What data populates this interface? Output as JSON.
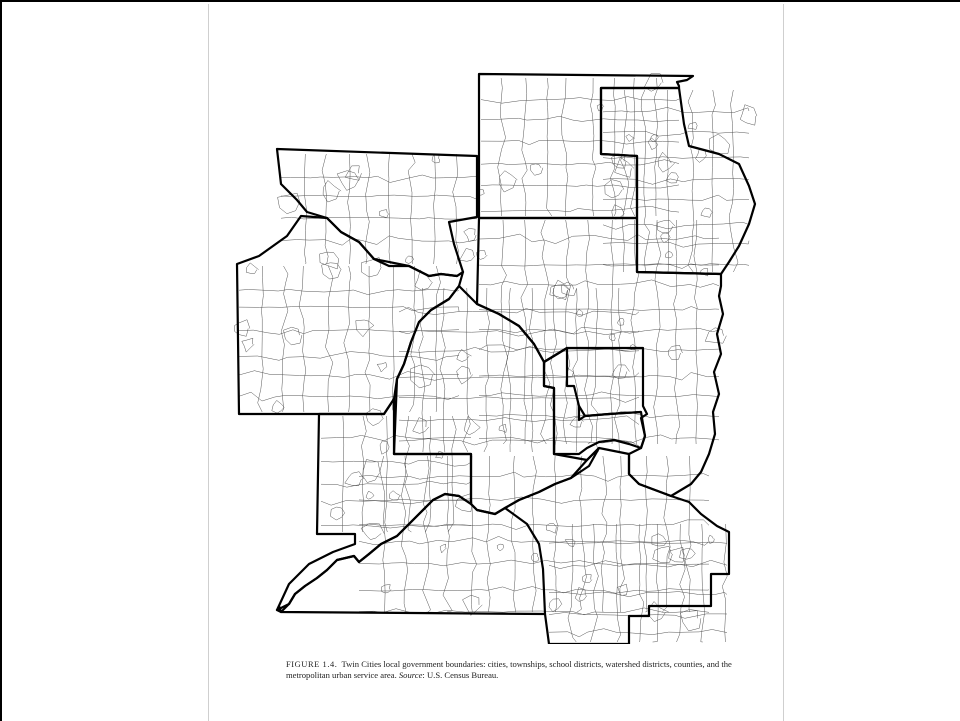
{
  "figure": {
    "label": "FIGURE 1.4.",
    "caption_text": "Twin Cities local government boundaries: cities, townships, school districts, watershed districts, counties, and the metropolitan urban service area.",
    "source_label": "Source",
    "source_text": ": U.S. Census Bureau."
  },
  "map": {
    "subject": "Twin Cities local government boundaries",
    "line_color": "#000000",
    "fine_line_color": "#555555"
  }
}
